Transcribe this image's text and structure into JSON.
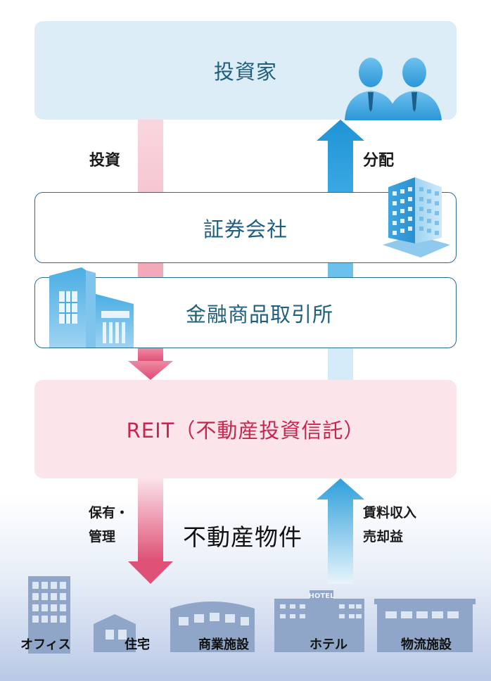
{
  "nodes": {
    "investor": "投資家",
    "securities_company": "証券会社",
    "exchange": "金融商品取引所",
    "reit": "REIT（不動産投資信託）",
    "property": "不動産物件"
  },
  "flows": {
    "investment": "投資",
    "distribution": "分配",
    "ownership_line1": "保有・",
    "ownership_line2": "管理",
    "income_line1": "賃料収入",
    "income_line2": "売却益"
  },
  "property_types": {
    "office": "オフィス",
    "residence": "住宅",
    "commercial": "商業施設",
    "hotel": "ホテル",
    "logistics": "物流施設",
    "hotel_sign": "HOTEL"
  },
  "colors": {
    "investor_box": "#dcedf8",
    "reit_box": "#fbe5ea",
    "border": "#2a6c8c",
    "reit_text": "#c8264f",
    "down_arrow": "#e0577a",
    "up_arrow": "#2e9fdc"
  }
}
